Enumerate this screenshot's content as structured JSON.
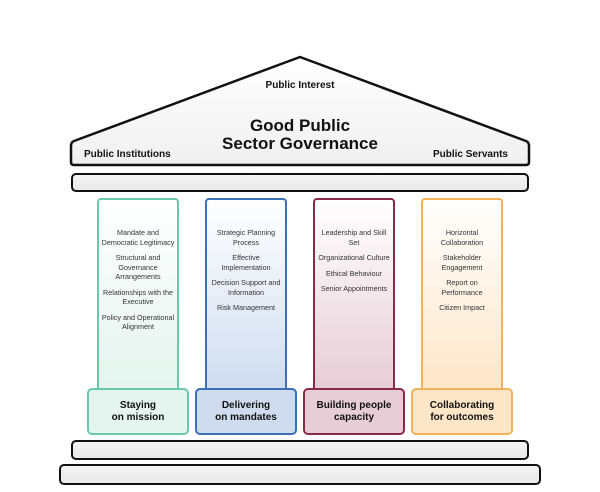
{
  "roof": {
    "top_label": "Public Interest",
    "title_line1": "Good Public",
    "title_line2": "Sector Governance",
    "left_label": "Public Institutions",
    "right_label": "Public Servants"
  },
  "pillars": [
    {
      "name": "Staying on mission",
      "line1": "Staying",
      "line2": "on mission",
      "border": "#6cc9a8",
      "fill": "#e4f4ee",
      "items": [
        "Mandate and Democratic Legitimacy",
        "Structural and Governance Arrangements",
        "Relationships with the Executive",
        "Policy and Operational Alignment"
      ]
    },
    {
      "name": "Delivering on mandates",
      "line1": "Delivering",
      "line2": "on mandates",
      "border": "#3b6fb6",
      "fill": "#cfdcef",
      "items": [
        "Strategic Planning Process",
        "Effective Implementation",
        "Decision Support and Information",
        "Risk Management"
      ]
    },
    {
      "name": "Building people capacity",
      "line1": "Building people",
      "line2": "capacity",
      "border": "#8a2a4a",
      "fill": "#e6cdd6",
      "items": [
        "Leadership and Skill Set",
        "Organizational Culture",
        "Ethical Behaviour",
        "Senior Appointments"
      ]
    },
    {
      "name": "Collaborating for outcomes",
      "line1": "Collaborating",
      "line2": "for outcomes",
      "border": "#f2b25c",
      "fill": "#fde6c8",
      "items": [
        "Horizontal Collaboration",
        "Stakeholder Engagement",
        "Report on Performance",
        "Citizen Impact"
      ]
    }
  ]
}
